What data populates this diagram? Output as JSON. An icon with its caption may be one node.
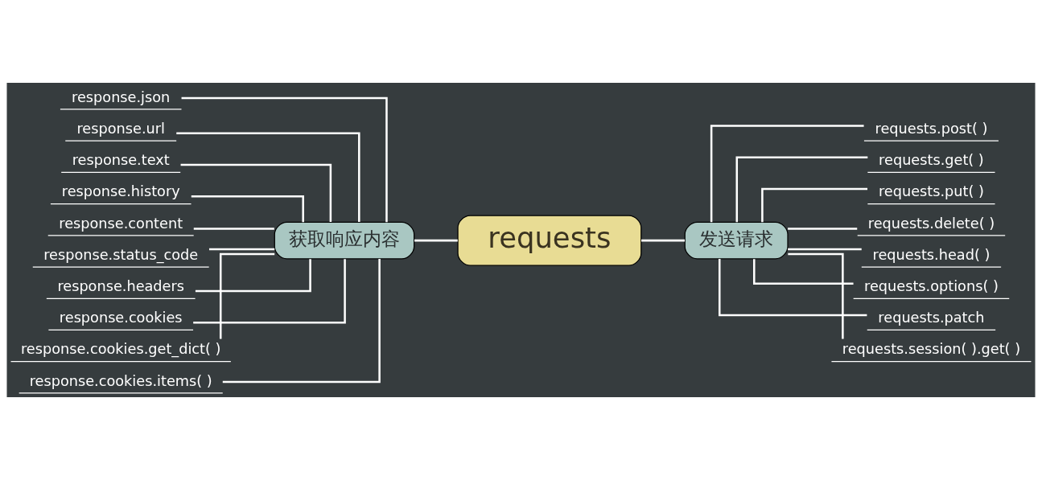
{
  "diagram": {
    "nodes": [
      {
        "text": [
          "requests"
        ]
      },
      {
        "text": [
          "获取响应内容"
        ]
      },
      {
        "text": [
          "发送请求"
        ]
      },
      {
        "text": [
          "response.json"
        ]
      },
      {
        "text": [
          "response.url"
        ]
      },
      {
        "text": [
          "response.text"
        ]
      },
      {
        "text": [
          "response.history"
        ]
      },
      {
        "text": [
          "response.content"
        ]
      },
      {
        "text": [
          "response.status_code"
        ]
      },
      {
        "text": [
          "response.headers"
        ]
      },
      {
        "text": [
          "response.cookies"
        ]
      },
      {
        "text": [
          "response.cookies.get_dict( )"
        ]
      },
      {
        "text": [
          "response.cookies.items( )"
        ]
      },
      {
        "text": [
          "requests.post( )"
        ]
      },
      {
        "text": [
          "requests.get( )"
        ]
      },
      {
        "text": [
          "requests.put( )"
        ]
      },
      {
        "text": [
          "requests.delete( )"
        ]
      },
      {
        "text": [
          "requests.head( )"
        ]
      },
      {
        "text": [
          "requests.options( )"
        ]
      },
      {
        "text": [
          "requests.patch"
        ]
      },
      {
        "text": [
          "requests.session( ).get( )"
        ]
      }
    ],
    "edges": [
      {
        "from": 3,
        "to": 1,
        "arrow": "none"
      },
      {
        "from": 4,
        "to": 1,
        "arrow": "none"
      },
      {
        "from": 5,
        "to": 1,
        "arrow": "none"
      },
      {
        "from": 6,
        "to": 1,
        "arrow": "none"
      },
      {
        "from": 7,
        "to": 1,
        "arrow": "none"
      },
      {
        "from": 8,
        "to": 1,
        "arrow": "none"
      },
      {
        "from": 9,
        "to": 1,
        "arrow": "none"
      },
      {
        "from": 10,
        "to": 1,
        "arrow": "none"
      },
      {
        "from": 11,
        "to": 1,
        "arrow": "none"
      },
      {
        "from": 12,
        "to": 1,
        "arrow": "none"
      },
      {
        "from": 1,
        "to": 0,
        "arrow": "none"
      },
      {
        "from": 0,
        "to": 2,
        "arrow": "none"
      },
      {
        "from": 2,
        "to": 13,
        "arrow": "none"
      },
      {
        "from": 2,
        "to": 14,
        "arrow": "none"
      },
      {
        "from": 2,
        "to": 15,
        "arrow": "none"
      },
      {
        "from": 2,
        "to": 16,
        "arrow": "none"
      },
      {
        "from": 2,
        "to": 17,
        "arrow": "none"
      },
      {
        "from": 2,
        "to": 18,
        "arrow": "none"
      },
      {
        "from": 2,
        "to": 19,
        "arrow": "none"
      },
      {
        "from": 2,
        "to": 20,
        "arrow": "none"
      }
    ]
  }
}
